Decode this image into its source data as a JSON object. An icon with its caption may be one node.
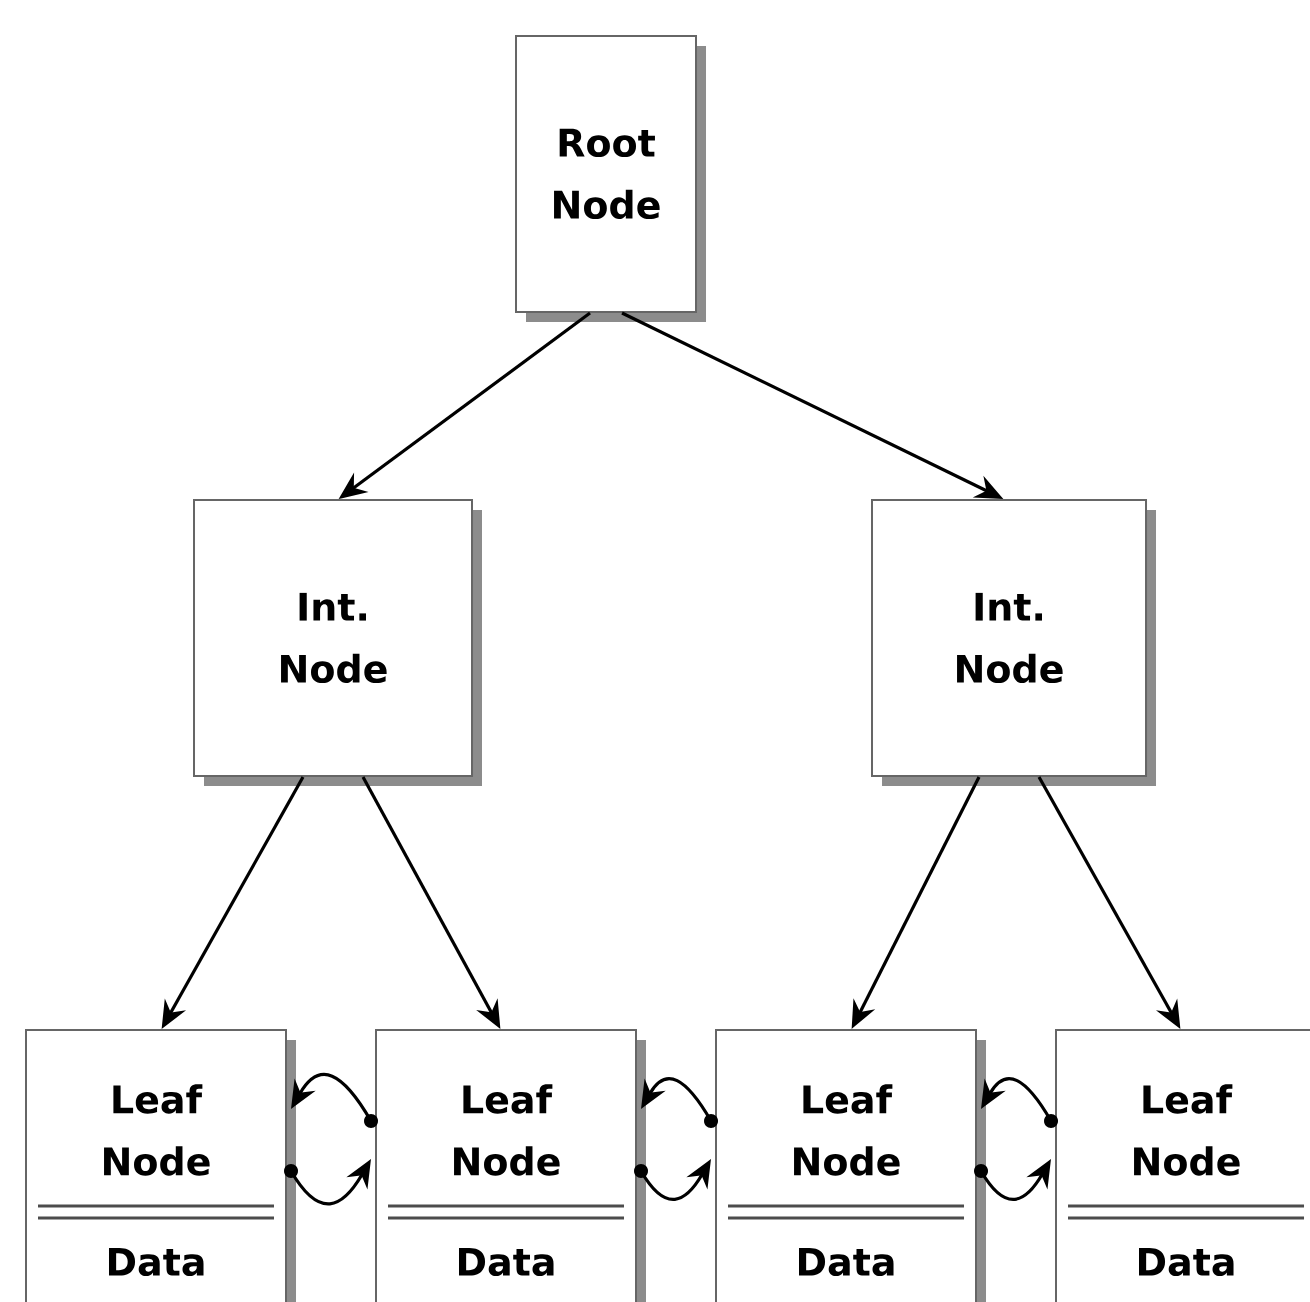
{
  "diagram": {
    "nodes": [
      {
        "text": [
          "Root Node"
        ]
      },
      {
        "text": [
          "Int. Node"
        ]
      },
      {
        "text": [
          "Int. Node"
        ]
      },
      {
        "text": [
          "Leaf Node",
          "Data"
        ]
      },
      {
        "text": [
          "Leaf Node",
          "Data"
        ]
      },
      {
        "text": [
          "Leaf Node",
          "Data"
        ]
      },
      {
        "text": [
          "Leaf Node",
          "Data"
        ]
      }
    ],
    "edges": [
      {
        "from": 0,
        "to": 1,
        "arrow": "to"
      },
      {
        "from": 0,
        "to": 2,
        "arrow": "to"
      },
      {
        "from": 1,
        "to": 3,
        "arrow": "to"
      },
      {
        "from": 1,
        "to": 4,
        "arrow": "to"
      },
      {
        "from": 2,
        "to": 5,
        "arrow": "to"
      },
      {
        "from": 2,
        "to": 6,
        "arrow": "to"
      },
      {
        "from": 4,
        "to": 3,
        "arrow": "to"
      },
      {
        "from": 3,
        "to": 4,
        "arrow": "to"
      },
      {
        "from": 5,
        "to": 4,
        "arrow": "to"
      },
      {
        "from": 4,
        "to": 5,
        "arrow": "to"
      },
      {
        "from": 6,
        "to": 5,
        "arrow": "to"
      },
      {
        "from": 5,
        "to": 6,
        "arrow": "to"
      }
    ]
  }
}
